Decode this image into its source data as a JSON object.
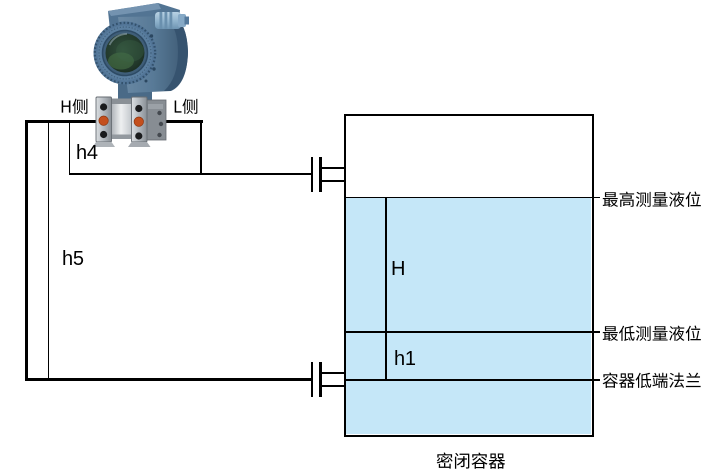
{
  "diagram_type": "differential-pressure level measurement schematic",
  "labels": {
    "h_side": "H侧",
    "l_side": "L侧",
    "h4": "h4",
    "h5": "h5",
    "H": "H",
    "h1": "h1",
    "max_level": "最高测量液位",
    "min_level": "最低测量液位",
    "bottom_flange": "容器低端法兰",
    "vessel": "密闭容器"
  },
  "colors": {
    "line": "#000000",
    "liquid": "#c5e7f8",
    "transmitter_housing": "#5d7f9d",
    "port_dot": "#c44f1d",
    "background": "#ffffff"
  }
}
